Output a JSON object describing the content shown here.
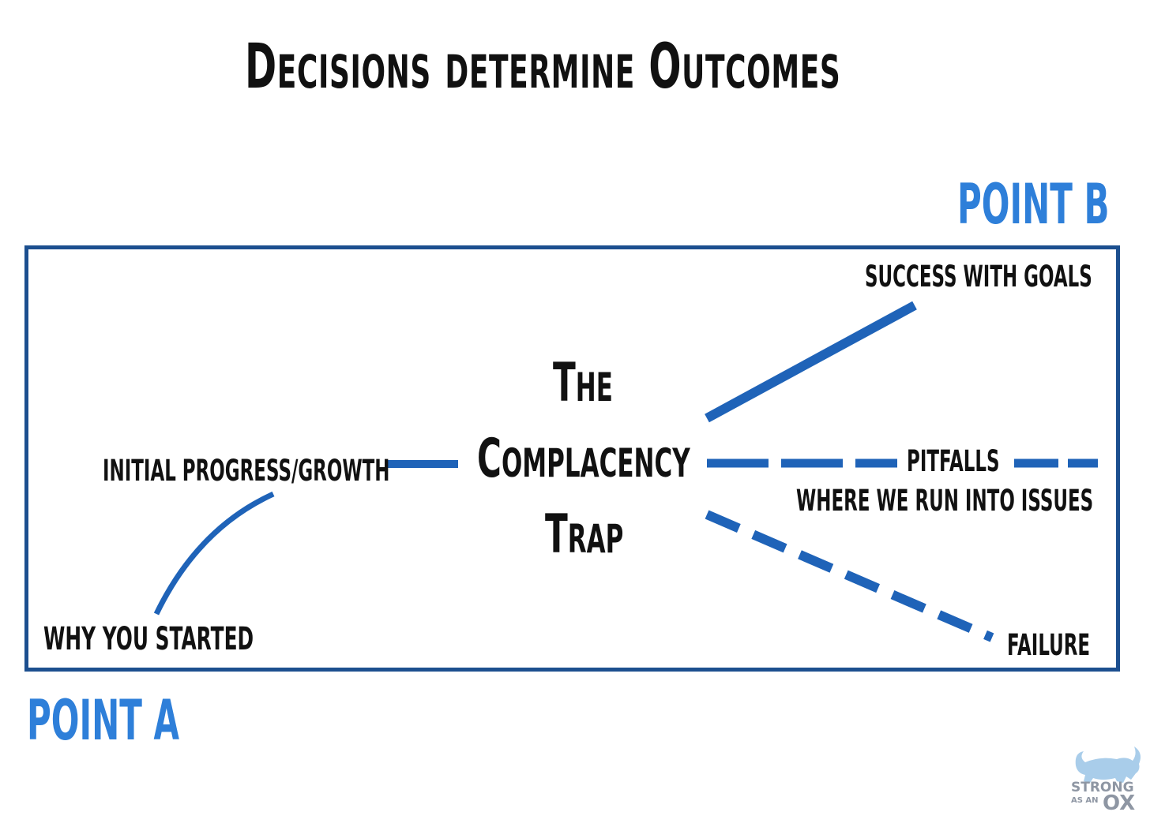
{
  "title": {
    "first_initial": "D",
    "first_rest": "ECISIONS",
    "middle": "DETERMINE",
    "last_initial": "O",
    "last_rest": "UTCOMES"
  },
  "point_b": "POINT B",
  "point_a": "POINT A",
  "labels": {
    "success": "SUCCESS WITH GOALS",
    "initial": "INITIAL PROGRESS/GROWTH",
    "pitfalls": "PITFALLS",
    "where": "WHERE WE RUN INTO ISSUES",
    "why": "WHY YOU STARTED",
    "failure": "FAILURE"
  },
  "trap": {
    "line1_initial": "T",
    "line1_rest": "HE",
    "line2_initial": "C",
    "line2_rest": "OMPLACENCY",
    "line3_initial": "T",
    "line3_rest": "RAP"
  },
  "logo": {
    "strong": "STRONG",
    "as_an": "AS AN",
    "ox": "OX",
    "icon": "bull-icon"
  },
  "colors": {
    "accent_blue": "#2e7fd9",
    "line_blue": "#1f63b8",
    "frame_blue": "#1c4f8f",
    "text": "#111111",
    "logo_gray": "#8e96a3",
    "logo_bull": "#a9cdea"
  }
}
